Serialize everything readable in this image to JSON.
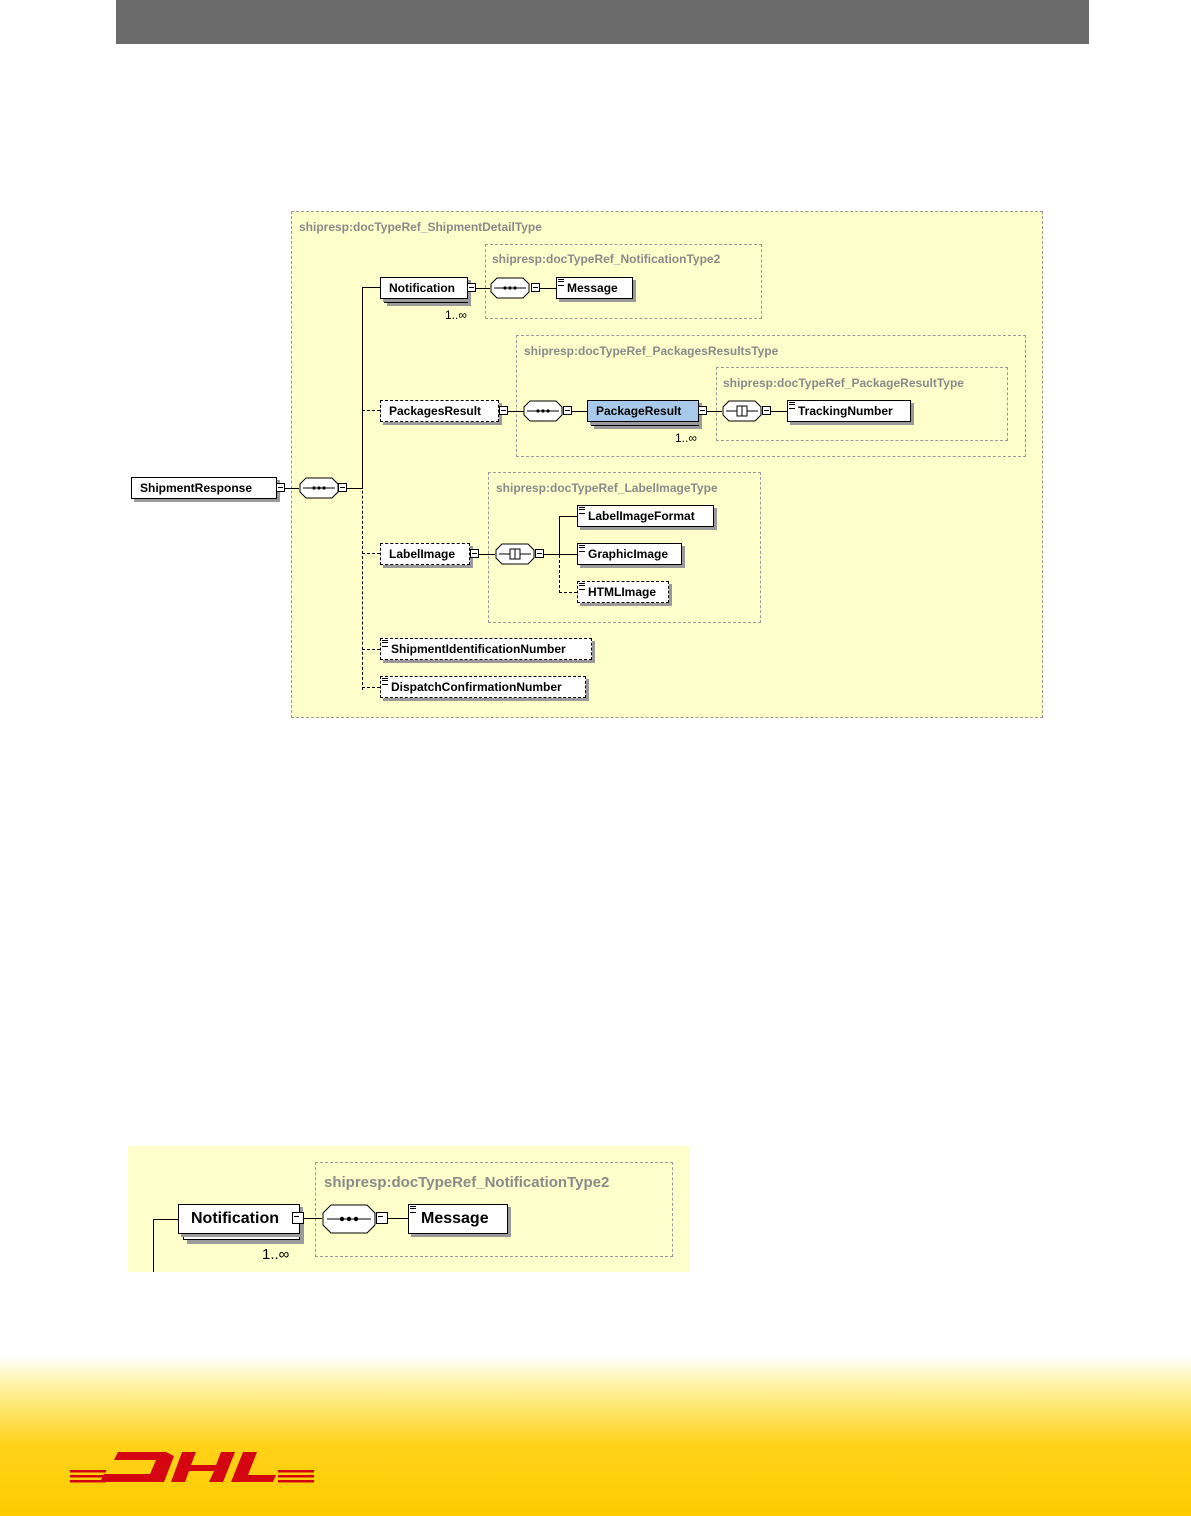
{
  "diagram_main": {
    "root": "ShipmentResponse",
    "outer_type": "shipresp:docTypeRef_ShipmentDetailType",
    "notification": {
      "type": "shipresp:docTypeRef_NotificationType2",
      "label": "Notification",
      "occurrence": "1..∞",
      "child": "Message"
    },
    "packages": {
      "type": "shipresp:docTypeRef_PackagesResultsType",
      "label": "PackagesResult",
      "package_result": "PackageResult",
      "occurrence": "1..∞",
      "inner_type": "shipresp:docTypeRef_PackageResultType",
      "tracking": "TrackingNumber"
    },
    "label_image": {
      "type": "shipresp:docTypeRef_LabelImageType",
      "label": "LabelImage",
      "children": [
        "LabelImageFormat",
        "GraphicImage",
        "HTMLImage"
      ]
    },
    "shipment_id": "ShipmentIdentificationNumber",
    "dispatch": "DispatchConfirmationNumber"
  },
  "diagram_zoom": {
    "type": "shipresp:docTypeRef_NotificationType2",
    "label": "Notification",
    "occurrence": "1..∞",
    "child": "Message"
  },
  "footer": {
    "logo_text": "DHL",
    "brand_red": "#d40511",
    "brand_yellow": "#ffcc00"
  }
}
